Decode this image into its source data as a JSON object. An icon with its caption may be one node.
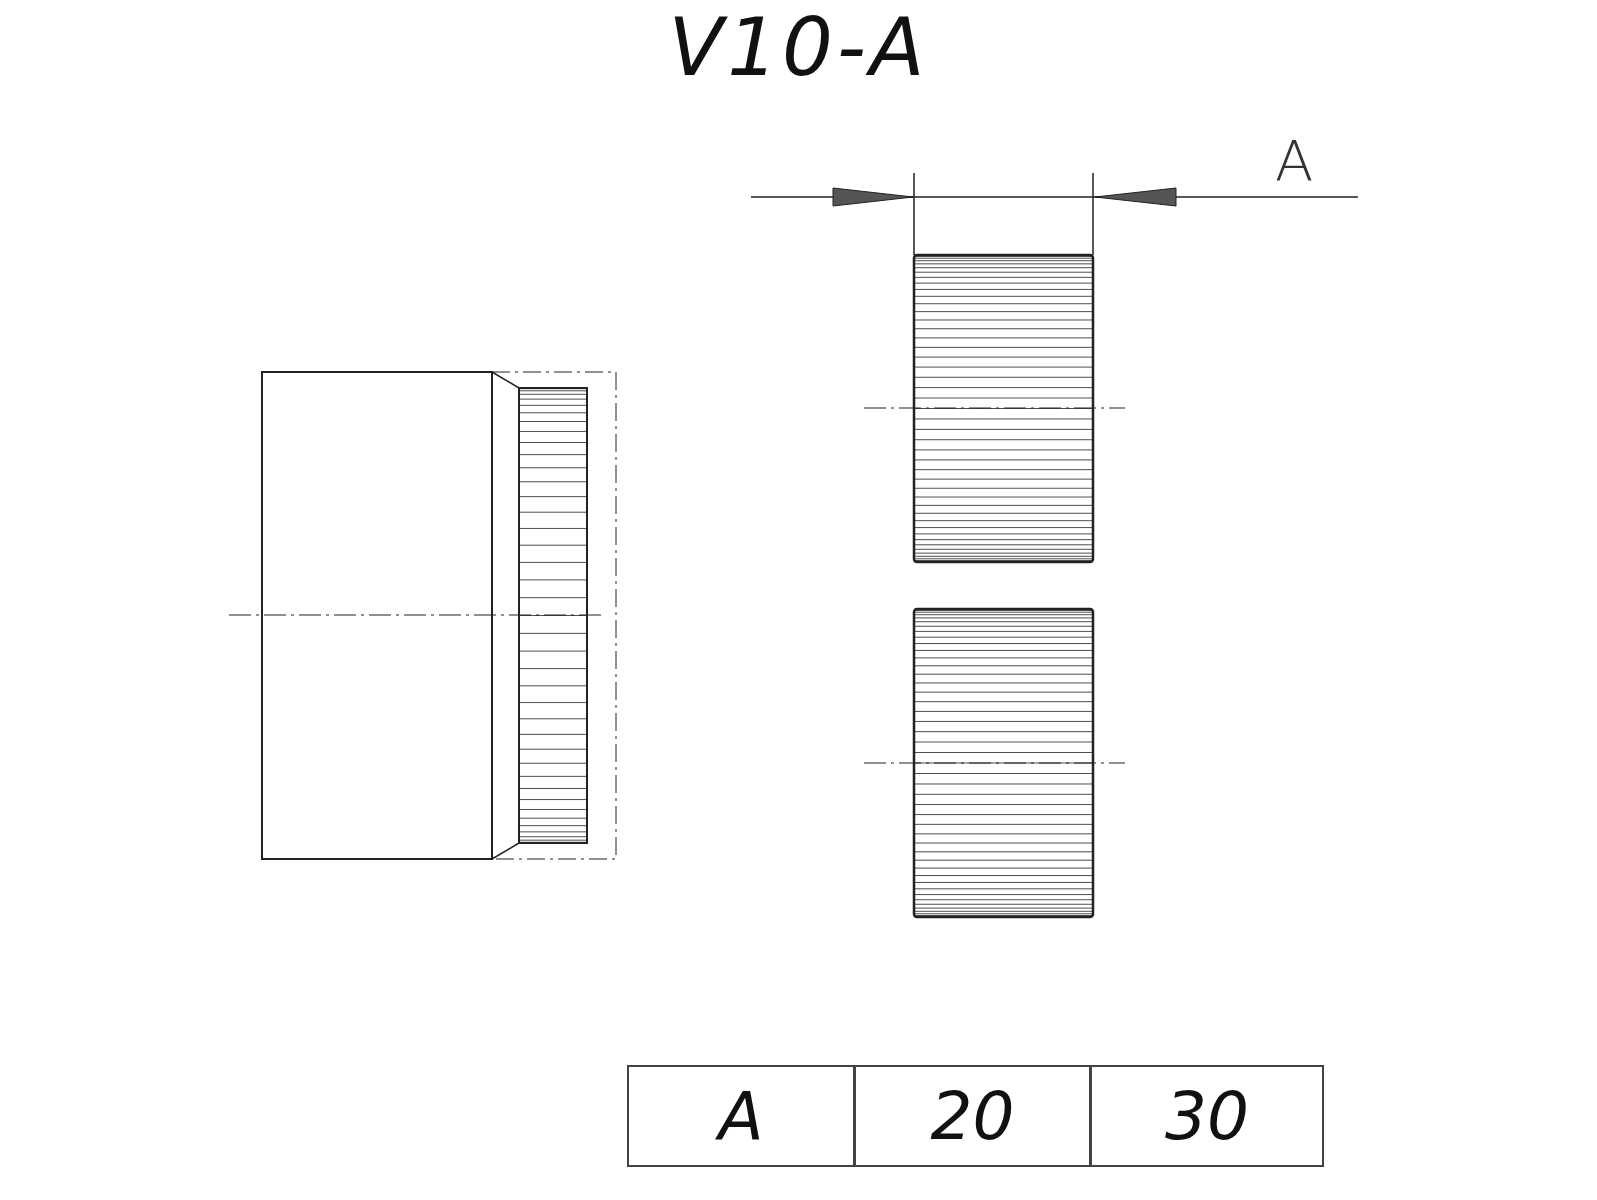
{
  "diagram": {
    "title": "V10-A",
    "labels": [
      "A",
      "A",
      "20",
      "30"
    ]
  }
}
